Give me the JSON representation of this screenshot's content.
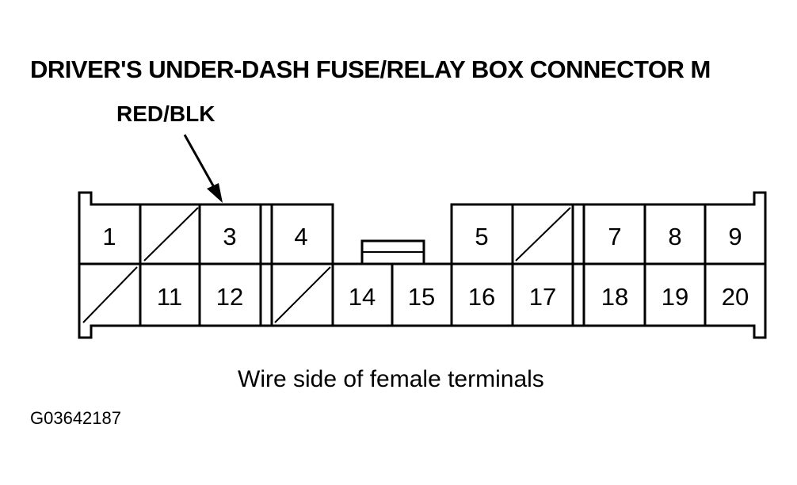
{
  "title": "DRIVER'S UNDER-DASH FUSE/RELAY BOX CONNECTOR M",
  "wire_label": "RED/BLK",
  "caption": "Wire side of female terminals",
  "figure_id": "G03642187",
  "terminals": {
    "t1": "1",
    "t3": "3",
    "t4": "4",
    "t5": "5",
    "t7": "7",
    "t8": "8",
    "t9": "9",
    "t11": "11",
    "t12": "12",
    "t14": "14",
    "t15": "15",
    "t16": "16",
    "t17": "17",
    "t18": "18",
    "t19": "19",
    "t20": "20"
  }
}
